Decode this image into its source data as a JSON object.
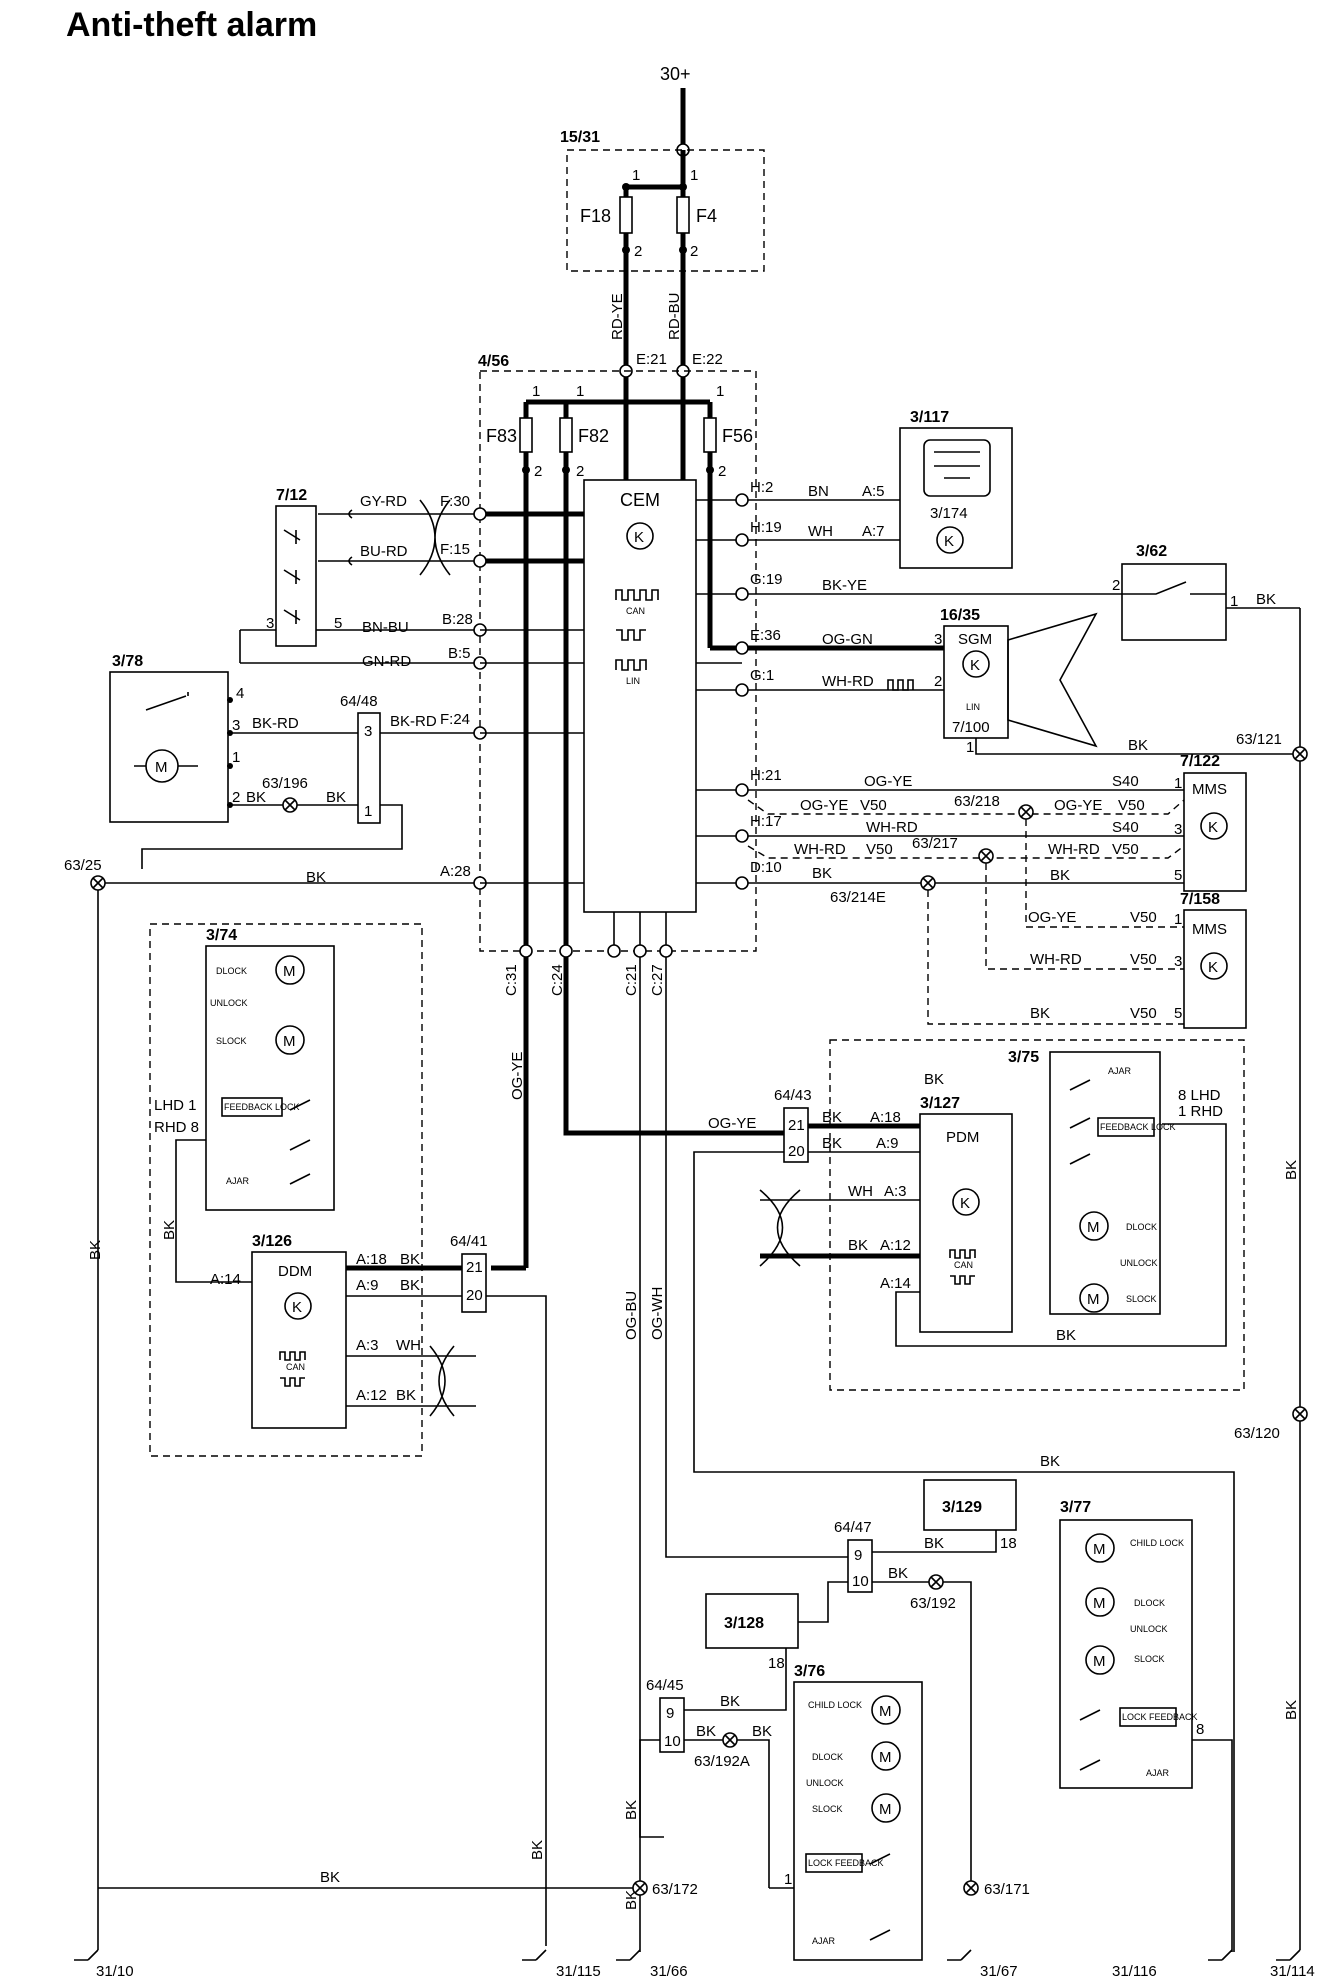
{
  "title": "Anti-theft alarm",
  "supply": "30+",
  "components": {
    "c1531": "15/31",
    "c456": "4/56",
    "c712": "7/12",
    "c378": "3/78",
    "c6448": "64/48",
    "c6425": "63/25",
    "c63196": "63/196",
    "c3117": "3/117",
    "c3174": "3/174",
    "c362": "3/62",
    "c1635": "16/35",
    "c7100": "7/100",
    "c63121": "63/121",
    "c7122": "7/122",
    "c7158": "7/158",
    "c63218": "63/218",
    "c63217": "63/217",
    "c63214E": "63/214E",
    "c374": "3/74",
    "c3126": "3/126",
    "c6441": "64/41",
    "c6443": "64/43",
    "c3127": "3/127",
    "c375": "3/75",
    "c63120": "63/120",
    "c3129": "3/129",
    "c6447": "64/47",
    "c63192": "63/192",
    "c377": "3/77",
    "c3128": "3/128",
    "c6445": "64/45",
    "c376": "3/76",
    "c63192A": "63/192A",
    "c63172": "63/172",
    "c63171": "63/171",
    "g3110": "31/10",
    "g31115": "31/115",
    "g3166": "31/66",
    "g3167": "31/67",
    "g31116": "31/116",
    "g31114": "31/114"
  },
  "modules": {
    "cem": "CEM",
    "sgm": "SGM",
    "mms1": "MMS",
    "mms2": "MMS",
    "ddm": "DDM",
    "pdm": "PDM",
    "k": "K",
    "m": "M"
  },
  "fuses": {
    "f18": "F18",
    "f4": "F4",
    "f83": "F83",
    "f82": "F82",
    "f56": "F56"
  },
  "wires": {
    "rdye": "RD-YE",
    "rdbu": "RD-BU",
    "gyrd": "GY-RD",
    "burd": "BU-RD",
    "bnbu": "BN-BU",
    "gnrd": "GN-RD",
    "bkrd": "BK-RD",
    "bn": "BN",
    "wh": "WH",
    "bkye": "BK-YE",
    "oggn": "OG-GN",
    "whrd": "WH-RD",
    "bk": "BK",
    "ogye": "OG-YE",
    "ogbu": "OG-BU",
    "ogwh": "OG-WH"
  },
  "pins": {
    "e21": "E:21",
    "e22": "E:22",
    "f30": "F:30",
    "f15": "F:15",
    "b28": "B:28",
    "b5": "B:5",
    "f24": "F:24",
    "a28": "A:28",
    "h2": "H:2",
    "h19": "H:19",
    "g19": "G:19",
    "e36": "E:36",
    "g1": "G:1",
    "h21": "H:21",
    "h17": "H:17",
    "d10": "D:10",
    "a5": "A:5",
    "a7": "A:7",
    "c31": "C:31",
    "c24": "C:24",
    "c21": "C:21",
    "c27": "C:27",
    "a18": "A:18",
    "a9": "A:9",
    "a3": "A:3",
    "a12": "A:12",
    "a14": "A:14",
    "s40": "S40",
    "v50": "V50",
    "n1": "1",
    "n2": "2",
    "n3": "3",
    "n4": "4",
    "n5": "5",
    "n8": "8",
    "n9": "9",
    "n10": "10",
    "n18": "18",
    "n20": "20",
    "n21": "21"
  },
  "small": {
    "can": "CAN",
    "lin": "LIN",
    "lhd1": "LHD  1",
    "rhd8": "RHD  8",
    "lhd8": "8  LHD",
    "rhd1": "1  RHD",
    "dlock": "DLOCK",
    "unlock": "UNLOCK",
    "slock": "SLOCK",
    "childlock": "CHILD LOCK",
    "feedbacklock": "FEEDBACK LOCK",
    "lockfeedback": "LOCK FEEDBACK",
    "ajar": "AJAR"
  }
}
